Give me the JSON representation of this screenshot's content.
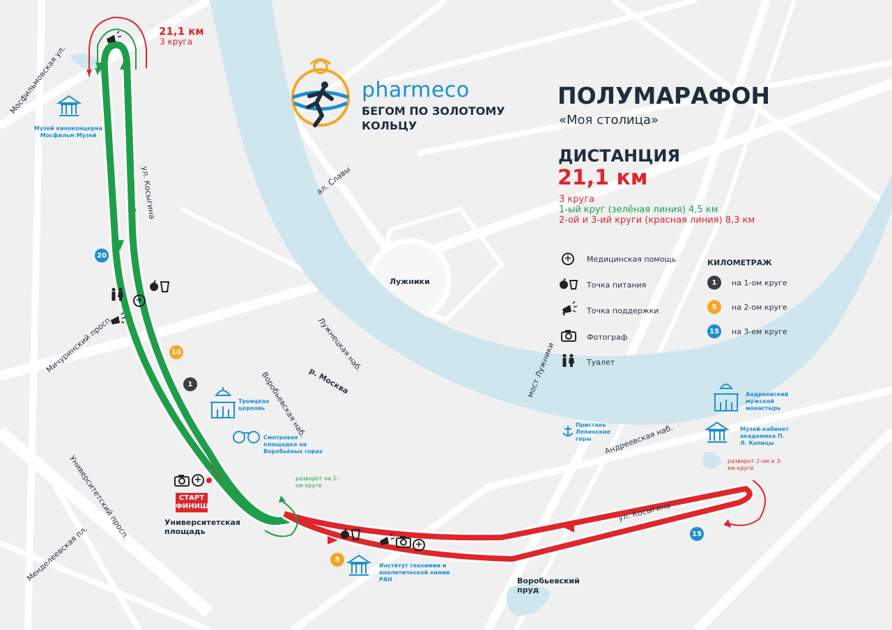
{
  "header": {
    "brand": "pharmeco",
    "slogan_line1": "БЕГОМ ПО ЗОЛОТОМУ",
    "slogan_line2": "КОЛЬЦУ",
    "title": "ПОЛУМАРАФОН",
    "subtitle": "«Моя столица»",
    "distance_label": "ДИСТАНЦИЯ",
    "distance_value": "21,1 км",
    "laps": "3 круга",
    "lap1_info": "1-ый круг (зелёная линия) 4,5 км",
    "lap23_info": "2-ой и 3-ий круги (красная линия)  8,3 км"
  },
  "legend": {
    "items": [
      {
        "icon": "medical-cross-icon",
        "label": "Медицинская помощь"
      },
      {
        "icon": "food-apple-cup-icon",
        "label": "Точка питания"
      },
      {
        "icon": "megaphone-icon",
        "label": "Точка поддержки"
      },
      {
        "icon": "camera-icon",
        "label": "Фотограф"
      },
      {
        "icon": "toilet-icon",
        "label": "Туалет"
      }
    ],
    "km_title": "КИЛОМЕТРАЖ",
    "km_items": [
      {
        "num": "1",
        "label": "на 1-ом круге",
        "color": "#3a3f44"
      },
      {
        "num": "5",
        "label": "на 2-ом круге",
        "color": "#f5a623"
      },
      {
        "num": "15",
        "label": "на 3-ем круге",
        "color": "#1c8fd1"
      }
    ]
  },
  "map": {
    "turn_top_distance": "21,1 км",
    "turn_top_laps": "3 круга",
    "streets": {
      "mosfilmovskaya": "Мосфильмовская ул.",
      "kosygina_top": "ул. Косыгина",
      "alleya_slavy": "ал. Славы",
      "luzhniki": "Лужники",
      "luzhnetskaya": "Лужнецкая наб.",
      "river": "р. Москва",
      "most_luzhniki": "мост Лужники",
      "michurinsky": "Мичуринский просп.",
      "vorobyevskaya": "Воробьевская наб.",
      "universitetsky": "Университетский просп.",
      "mendeleevskaya": "Менделеевская пл.",
      "andreevskaya": "Андреевская наб.",
      "kosygina_bottom": "ул. Косыгина"
    },
    "places": {
      "museum": "Музей киноконцерна Мосфильм Музей",
      "trinity": "Троицкая церковь",
      "viewpoint": "Смотровая площадка на Воробьёвых горах",
      "andreevsky": "Андреевский мужской монастырь",
      "pier": "Пристань Ленинские горы",
      "kapitsa": "Музей-кабинет академика П. Л. Капицы",
      "geochem": "Институт геохимии и аналитической химии РАН",
      "vorobyevsky_prud": "Воробьевский пруд",
      "univ_square": "Университетская площадь"
    },
    "start_line1": "СТАРТ",
    "start_line2": "ФИНИШ",
    "turn1_label": "разворот на 1-ом круге",
    "turn23_label": "разворот 2-ом и 3-ем круге",
    "km_markers": [
      {
        "num": "20",
        "color": "#1c8fd1"
      },
      {
        "num": "10",
        "color": "#f5a623"
      },
      {
        "num": "1",
        "color": "#3a3f44"
      },
      {
        "num": "5",
        "color": "#f5a623"
      },
      {
        "num": "15",
        "color": "#1c8fd1"
      }
    ]
  },
  "colors": {
    "green_route": "#1f9e4a",
    "red_route": "#e0252b",
    "river": "#cde5ee",
    "accent_blue": "#1c8fd1",
    "accent_orange": "#f5a623"
  }
}
